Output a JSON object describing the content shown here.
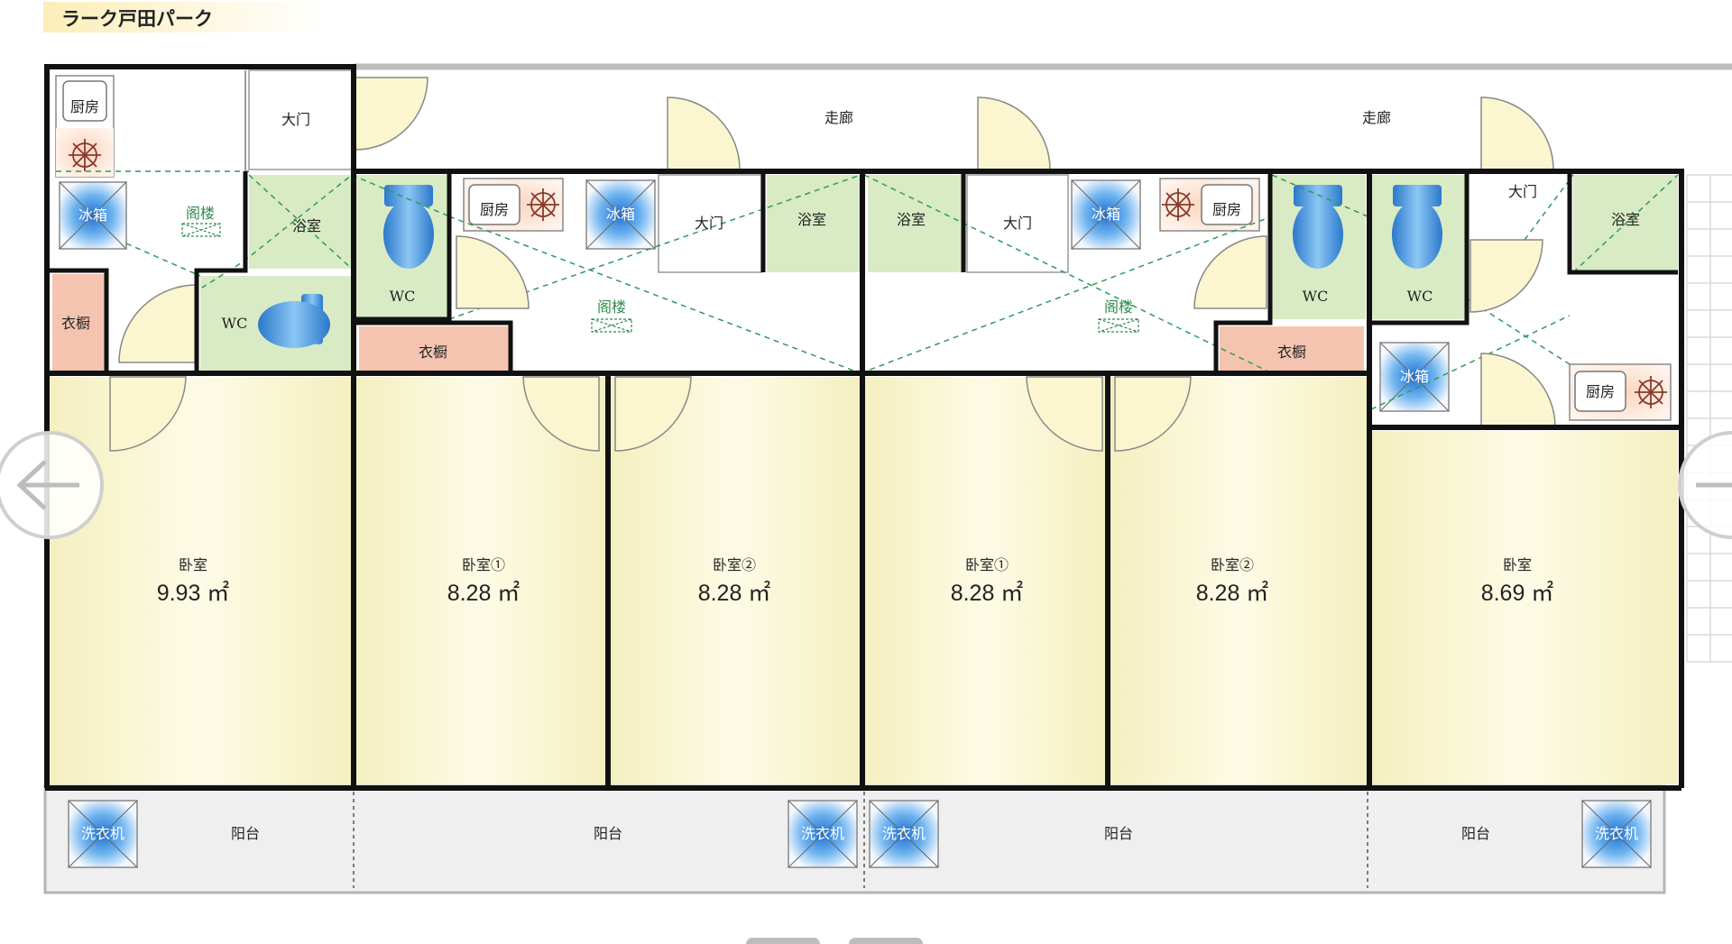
{
  "header": {
    "title": "ラーク戸田パーク"
  },
  "corridor": {
    "label": "走廊"
  },
  "labels": {
    "kitchen": "厨房",
    "fridge": "冰箱",
    "loft": "阁楼",
    "bath": "浴室",
    "closet": "衣橱",
    "wc": "WC",
    "entrance": "大门",
    "bedroom": "卧室",
    "bedroom1": "卧室①",
    "bedroom2": "卧室②",
    "balcony": "阳台",
    "washer": "洗衣机"
  },
  "areas": {
    "unit1": "9.93 ㎡",
    "unit2_bed1": "8.28 ㎡",
    "unit2_bed2": "8.28 ㎡",
    "unit3_bed1": "8.28 ㎡",
    "unit3_bed2": "8.28 ㎡",
    "unit4": "8.69 ㎡"
  },
  "colors": {
    "bedroom": "#fbf8d8",
    "bath": "#d9ebc4",
    "closet": "#f7c9b6",
    "kitchen": "#f9e0d2",
    "fixture": "#2e82d6",
    "balcony": "#ececec",
    "wall": "#111111"
  }
}
